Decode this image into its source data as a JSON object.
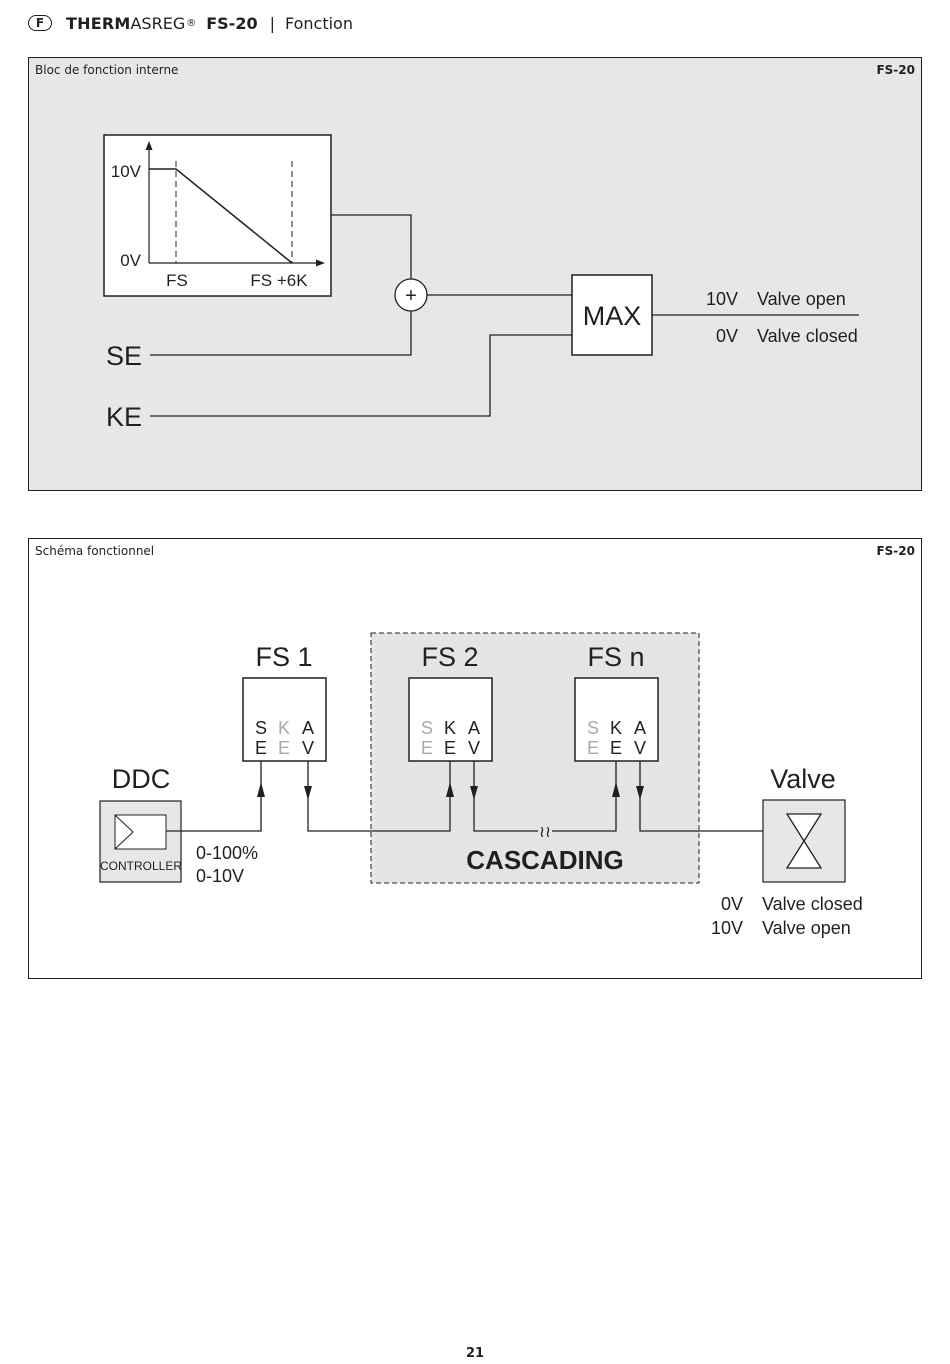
{
  "header": {
    "lang_badge": "F",
    "brand_bold": "THERM",
    "brand_rest": "ASREG",
    "reg_mark": "®",
    "model": "FS-20",
    "separator": "|",
    "section": "Fonction"
  },
  "panel_function_block": {
    "title": "Bloc de fonction interne",
    "code": "FS-20",
    "graph": {
      "y_high": "10V",
      "y_low": "0V",
      "x_start": "FS",
      "x_end": "FS +6K"
    },
    "sum_symbol": "+",
    "max_label": "MAX",
    "inputs": [
      "SE",
      "KE"
    ],
    "outputs": [
      {
        "voltage": "10V",
        "state": "Valve open"
      },
      {
        "voltage": "0V",
        "state": "Valve closed"
      }
    ]
  },
  "panel_schematic": {
    "title": "Schéma fonctionnel",
    "code": "FS-20",
    "ddc_label": "DDC",
    "controller_label": "CONTROLLER",
    "signal_lines": [
      "0-100%",
      "0-10V"
    ],
    "cascading_label": "CASCADING",
    "break_symbol": "≀≀",
    "modules": [
      {
        "name": "FS 1",
        "row1": [
          "S",
          "K",
          "A"
        ],
        "row2": [
          "E",
          "E",
          "V"
        ]
      },
      {
        "name": "FS 2",
        "row1": [
          "S",
          "K",
          "A"
        ],
        "row2": [
          "E",
          "E",
          "V"
        ]
      },
      {
        "name": "FS n",
        "row1": [
          "S",
          "K",
          "A"
        ],
        "row2": [
          "E",
          "E",
          "V"
        ]
      }
    ],
    "valve_label": "Valve",
    "valve_states": [
      {
        "voltage": "0V",
        "state": "Valve closed"
      },
      {
        "voltage": "10V",
        "state": "Valve open"
      }
    ]
  },
  "colors": {
    "ink": "#231f20",
    "panel_fill": "#e7e7e8",
    "cascade_fill": "#e4e4e5",
    "inactive_pin": "#a7a9ac"
  },
  "footer": {
    "page_number": "21"
  }
}
